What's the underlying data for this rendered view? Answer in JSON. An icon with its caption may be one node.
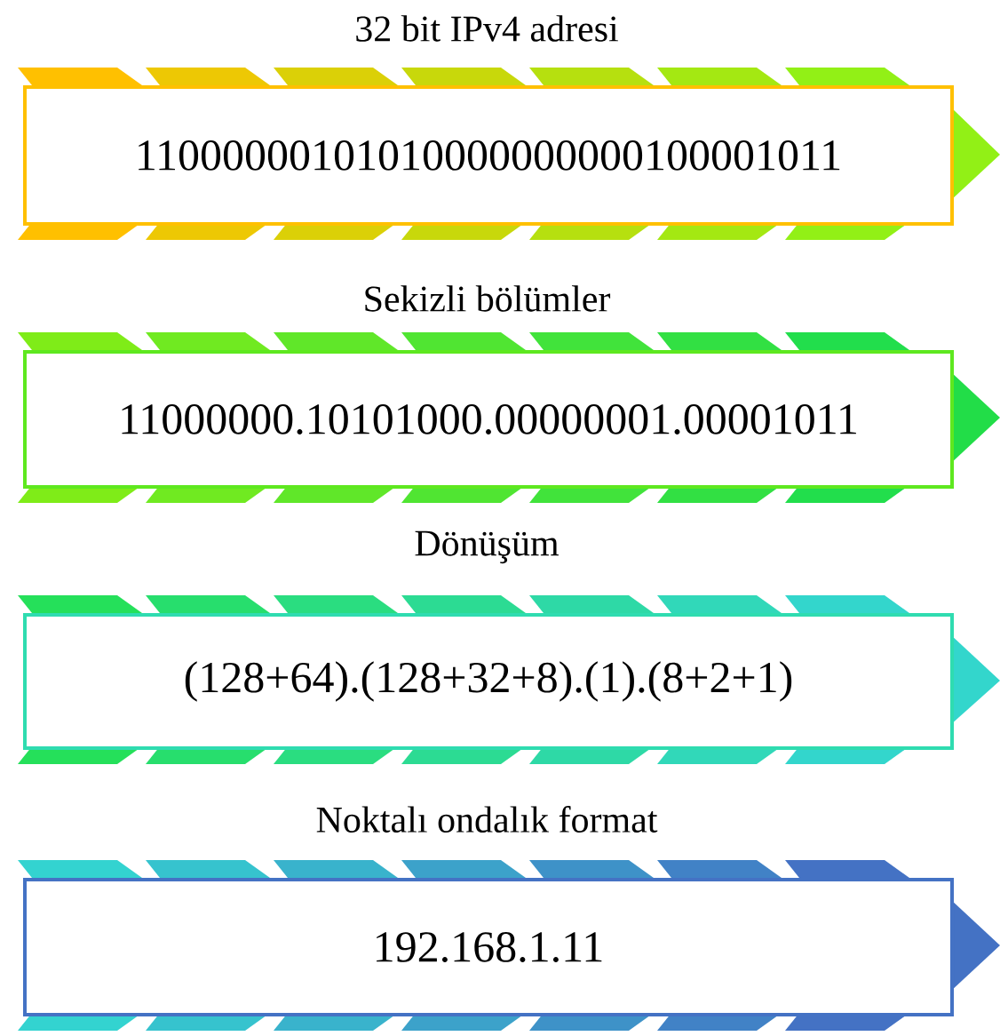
{
  "diagram": {
    "nodes": [
      {
        "text": [
          "32 bit IPv4 adresi",
          "11000000101010000000000100001011"
        ]
      },
      {
        "text": [
          "Sekizli bölümler",
          "11000000.10101000.00000001.00001011"
        ]
      },
      {
        "text": [
          "Dönüşüm",
          "(128+64).(128+32+8).(1).(8+2+1)"
        ]
      },
      {
        "text": [
          "Noktalı ondalık format",
          "192.168.1.11"
        ]
      }
    ]
  }
}
